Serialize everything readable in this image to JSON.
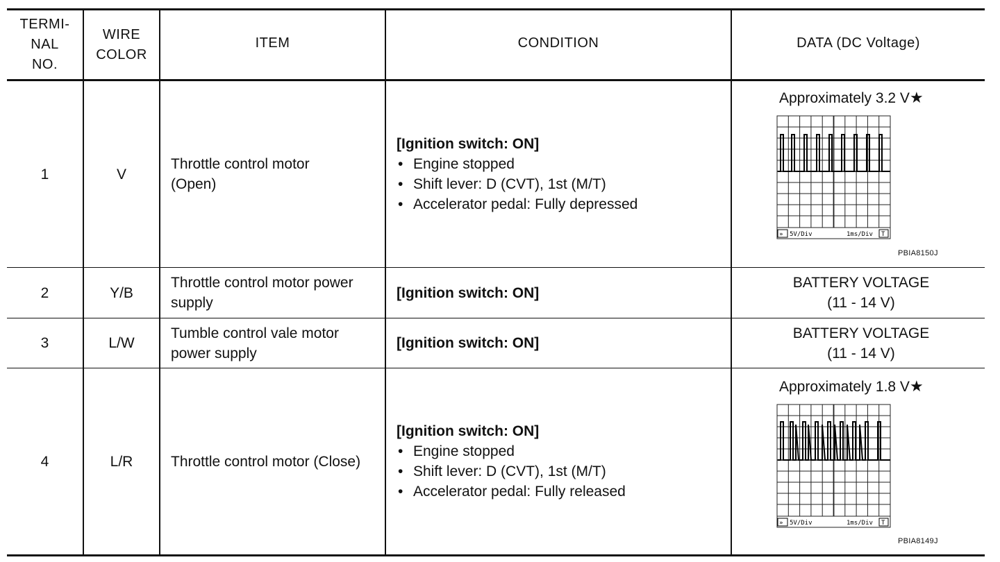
{
  "headers": {
    "terminal": [
      "TERMI-",
      "NAL",
      "NO."
    ],
    "wire": [
      "WIRE",
      "COLOR"
    ],
    "item": "ITEM",
    "condition": "CONDITION",
    "data": "DATA (DC Voltage)"
  },
  "rows": [
    {
      "terminal": "1",
      "wire": "V",
      "item": [
        "Throttle control motor",
        "(Open)"
      ],
      "condition_title": "[Ignition switch: ON]",
      "condition_bullets": [
        "Engine stopped",
        "Shift lever: D (CVT), 1st (M/T)",
        "Accelerator pedal: Fully depressed"
      ],
      "data_title": "Approximately 3.2 V",
      "star": "★",
      "scope": {
        "volts_label": "5V/Div",
        "time_label": "1ms/Div",
        "mode_icon": "»",
        "trigger": "T",
        "pulse_level": "high"
      },
      "figure_code": "PBIA8150J"
    },
    {
      "terminal": "2",
      "wire": "Y/B",
      "item": [
        "Throttle control motor power",
        "supply"
      ],
      "condition_title": "[Ignition switch: ON]",
      "data_lines": [
        "BATTERY VOLTAGE",
        "(11 - 14 V)"
      ]
    },
    {
      "terminal": "3",
      "wire": "L/W",
      "item": [
        "Tumble control vale motor",
        "power supply"
      ],
      "condition_title": "[Ignition switch: ON]",
      "data_lines": [
        "BATTERY VOLTAGE",
        "(11 - 14 V)"
      ]
    },
    {
      "terminal": "4",
      "wire": "L/R",
      "item": [
        "Throttle control motor (Close)"
      ],
      "condition_title": "[Ignition switch: ON]",
      "condition_bullets": [
        "Engine stopped",
        "Shift lever: D (CVT), 1st (M/T)",
        "Accelerator pedal: Fully released"
      ],
      "data_title": "Approximately 1.8 V",
      "star": "★",
      "scope": {
        "volts_label": "5V/Div",
        "time_label": "1ms/Div",
        "mode_icon": "»",
        "trigger": "T",
        "pulse_level": "low"
      },
      "figure_code": "PBIA8149J"
    }
  ]
}
